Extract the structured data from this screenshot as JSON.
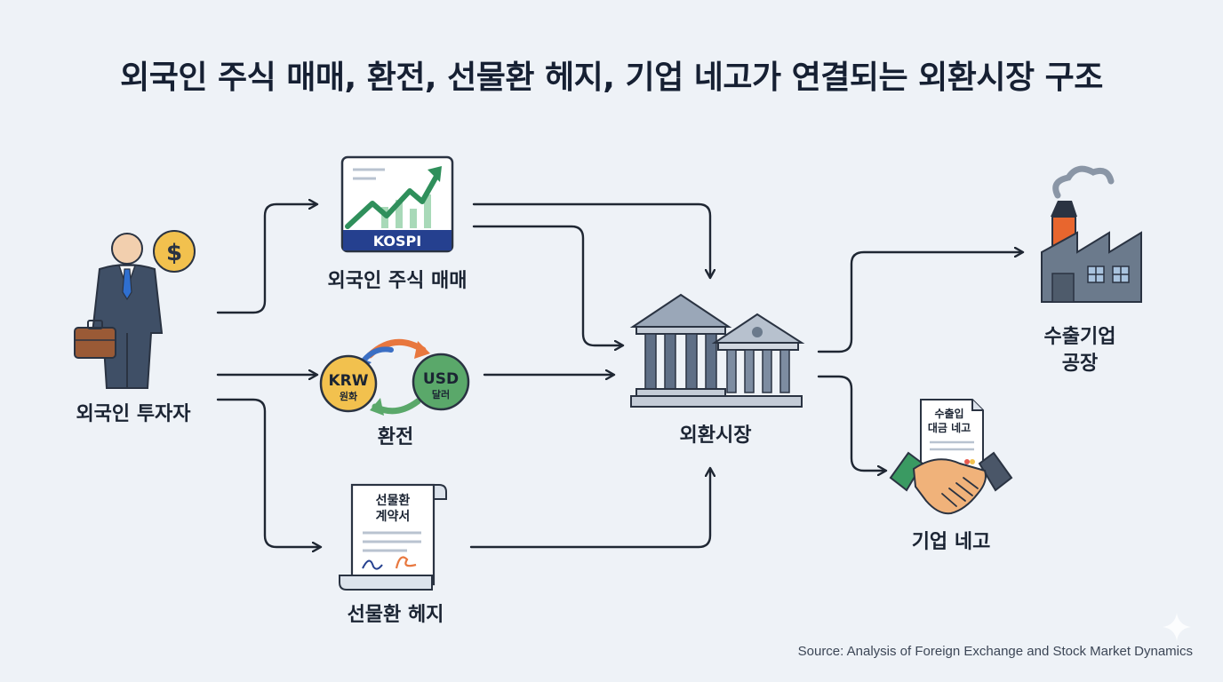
{
  "title": "외국인 주식 매매, 환전, 선물환 헤지, 기업 네고가 연결되는 외환시장 구조",
  "nodes": {
    "investor": "외국인 투자자",
    "stock_trade": "외국인 주식 매매",
    "exchange": "환전",
    "forward_hedge": "선물환 헤지",
    "fx_market": "외환시장",
    "exporter_line1": "수출기업",
    "exporter_line2": "공장",
    "nego": "기업 네고"
  },
  "icons": {
    "kospi_label": "KOSPI",
    "krw_code": "KRW",
    "krw_name": "원화",
    "usd_code": "USD",
    "usd_name": "달러",
    "dollar_sign": "$",
    "contract_line1": "선물환",
    "contract_line2": "계약서",
    "invoice_line1": "수출입",
    "invoice_line2": "대금 네고"
  },
  "source": "Source: Analysis of Foreign Exchange and Stock Market Dynamics",
  "colors": {
    "background": "#eef2f7",
    "arrow": "#1f2733",
    "kospi_green": "#2f8f5b",
    "kospi_navy": "#25408f",
    "krw_yellow": "#f2c14e",
    "usd_green": "#5aa86a",
    "factory_orange": "#e8662e",
    "factory_slate": "#6b7a8c"
  }
}
